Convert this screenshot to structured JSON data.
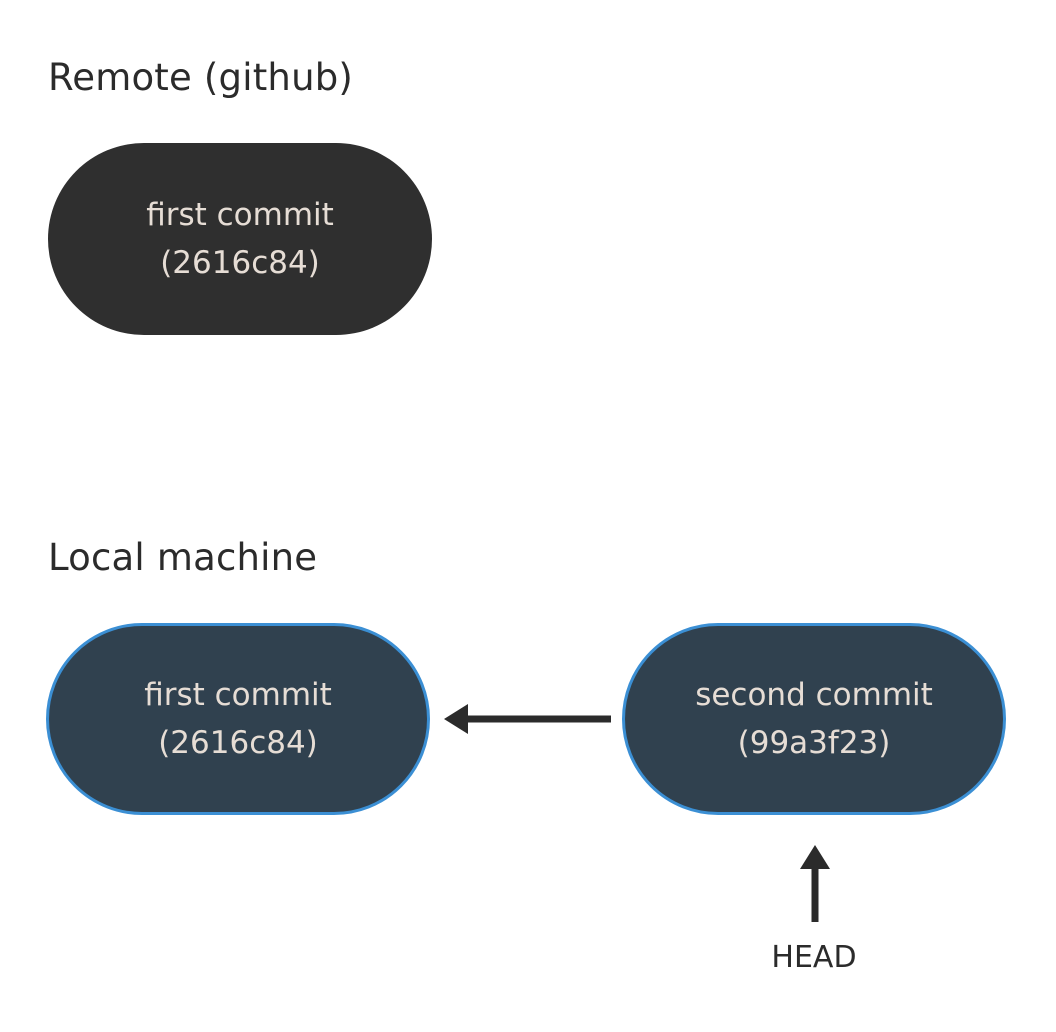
{
  "sections": {
    "remote": {
      "title": "Remote (github)",
      "commits": [
        {
          "message": "first commit",
          "hash": "(2616c84)"
        }
      ]
    },
    "local": {
      "title": "Local machine",
      "commits": [
        {
          "message": "first commit",
          "hash": "(2616c84)"
        },
        {
          "message": "second commit",
          "hash": "(99a3f23)"
        }
      ]
    }
  },
  "head_label": "HEAD",
  "colors": {
    "remote_node_fill": "#2f2f2f",
    "local_node_fill": "#30414f",
    "local_node_border": "#3b8fd4",
    "node_text": "#e6ddd5",
    "arrow": "#2b2b2b"
  }
}
